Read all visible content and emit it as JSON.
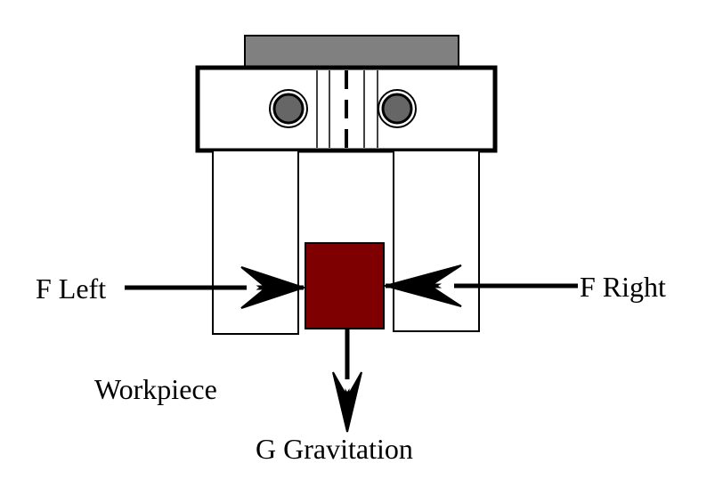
{
  "labels": {
    "force_left": "F Left",
    "force_right": "F Right",
    "workpiece": "Workpiece",
    "gravitation": "G Gravitation"
  },
  "colors": {
    "outline": "#000000",
    "background": "#ffffff",
    "top_plate": "#808080",
    "bolt_fill": "#666666",
    "workpiece": "#7f0000"
  },
  "icons": {
    "force_arrow": "open-chevron-arrow",
    "bolt": "circle-bolt"
  }
}
